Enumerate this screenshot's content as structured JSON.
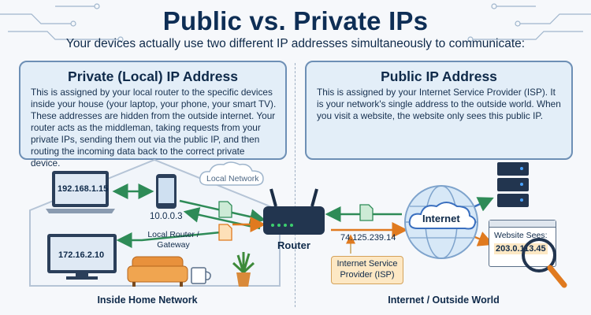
{
  "title": "Public vs. Private IPs",
  "subtitle": "Your devices actually use two different IP addresses simultaneously to communicate:",
  "private_panel": {
    "title": "Private (Local) IP Address",
    "body": "This is assigned by your local router to the specific devices inside your house (your laptop, your phone, your smart TV). These addresses are hidden from the outside internet. Your router acts as the middleman, taking requests from your private IPs, sending them out via the public IP, and then routing the incoming data back to the correct private device."
  },
  "public_panel": {
    "title": "Public IP Address",
    "body": "This is assigned by your Internet Service Provider (ISP). It is your network's single address to the outside world. When you visit a website, the website only sees this public IP."
  },
  "diagram": {
    "local_network_label": "Local Network",
    "laptop_ip": "192.168.1.15",
    "phone_ip": "10.0.0.3",
    "tv_ip": "172.16.2.10",
    "router_caption": "Local Router / Gateway",
    "router_label": "Router",
    "public_ip": "74.125.239.14",
    "isp_label": "Internet Service Provider (ISP)",
    "internet_label": "Internet",
    "website_sees_label": "Website Sees:",
    "website_sees_ip": "203.0.113.45",
    "inside_label": "Inside Home Network",
    "outside_label": "Internet / Outside World"
  },
  "colors": {
    "panel_fill": "#e3eef8",
    "panel_border": "#6d8fb5",
    "arrow_green": "#2e8b57",
    "arrow_orange": "#e07a1f",
    "isp_fill": "#fde8c4"
  },
  "icons": [
    "laptop-icon",
    "phone-icon",
    "tv-icon",
    "router-icon",
    "cloud-icon",
    "globe-icon",
    "server-icon",
    "browser-icon",
    "magnifier-icon",
    "sofa-icon",
    "mug-icon",
    "plant-icon",
    "document-icon"
  ]
}
